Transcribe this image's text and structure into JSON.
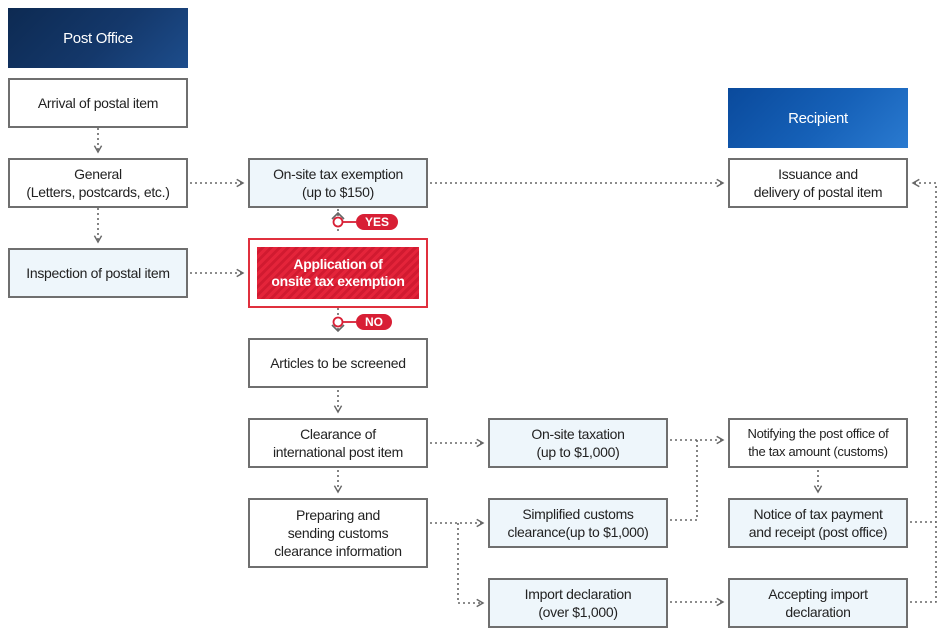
{
  "headers": {
    "post_office": "Post Office",
    "recipient": "Recipient"
  },
  "nodes": {
    "arrival": "Arrival of postal item",
    "general": "General\n(Letters, postcards, etc.)",
    "inspection": "Inspection of postal item",
    "onsite_exemption": "On-site tax exemption\n(up to $150)",
    "application": "Application of\nonsite tax exemption",
    "articles": "Articles to be screened",
    "clearance": "Clearance of\ninternational post item",
    "preparing": "Preparing and\nsending customs\nclearance information",
    "onsite_taxation": "On-site taxation\n(up to $1,000)",
    "simplified": "Simplified customs\nclearance(up to $1,000)",
    "import_decl": "Import declaration\n(over $1,000)",
    "issuance": "Issuance and\ndelivery of postal item",
    "notifying": "Notifying the post office of\nthe tax amount (customs)",
    "notice": "Notice of tax payment\nand receipt (post office)",
    "accepting": "Accepting import\ndeclaration"
  },
  "tags": {
    "yes": "YES",
    "no": "NO"
  },
  "colors": {
    "post_office_header": "#14386b",
    "recipient_header": "#1661b8",
    "highlight_red": "#e0303e",
    "tag_red": "#d81f35",
    "blue_fill": "#eef6fb",
    "border_gray": "#6f6f6f",
    "connector_gray": "#666666"
  }
}
